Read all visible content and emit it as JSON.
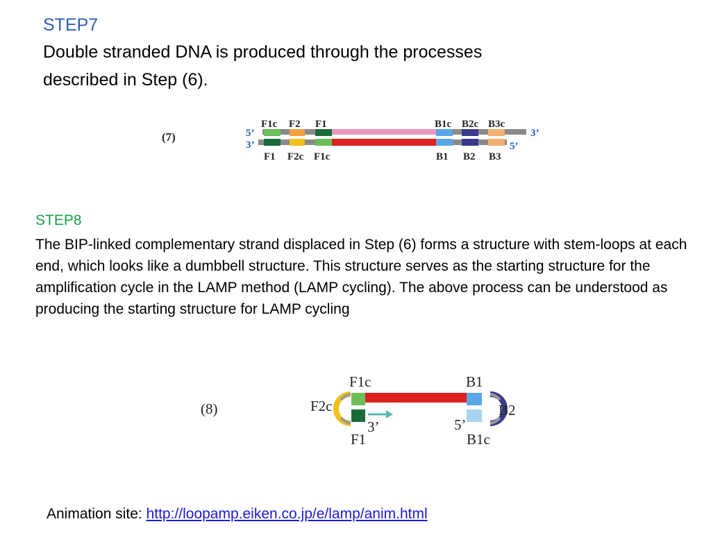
{
  "step7": {
    "title": "STEP7",
    "lines": [
      "Double stranded DNA is produced through the processes",
      "described in Step (6)."
    ]
  },
  "step8": {
    "title": "STEP8",
    "body": "The BIP-linked complementary strand displaced in Step (6) forms a structure with stem-loops at each end, which looks like a dumbbell structure. This structure serves as the starting structure for the amplification cycle in the LAMP method (LAMP cycling). The above process can be understood as producing the starting structure for LAMP cycling"
  },
  "figure7": {
    "label": "(7)",
    "top_strand_labels": [
      "F1c",
      "F2",
      "F1",
      "B1c",
      "B2c",
      "B3c"
    ],
    "bottom_strand_labels": [
      "F1",
      "F2c",
      "F1c",
      "B1",
      "B2",
      "B3"
    ],
    "end_labels": {
      "top_left": "5’",
      "bottom_left": "3’",
      "top_right": "3’",
      "bottom_right": "5’"
    }
  },
  "figure8": {
    "label": "(8)",
    "labels": {
      "f1c": "F1c",
      "b1": "B1",
      "f2c": "F2c",
      "b2": "B2",
      "f1": "F1",
      "b1c": "B1c",
      "three_prime": "3’",
      "five_prime": "5’"
    }
  },
  "footer": {
    "prefix": "Animation site: ",
    "link_text": "http://loopamp.eiken.co.jp/e/lamp/anim.html"
  },
  "colors": {
    "red": "#dd2020",
    "pink": "#e898c0",
    "gray": "#8a8a8a",
    "light_green": "#6cbf58",
    "dark_green": "#1a6b3a",
    "orange": "#f0a040",
    "yellow": "#f2c21a",
    "light_blue": "#5aa6e6",
    "navy": "#3a3a8c",
    "peach": "#f2b070",
    "teal_arrow": "#5ab8b0",
    "blue_label": "#2060c0"
  }
}
